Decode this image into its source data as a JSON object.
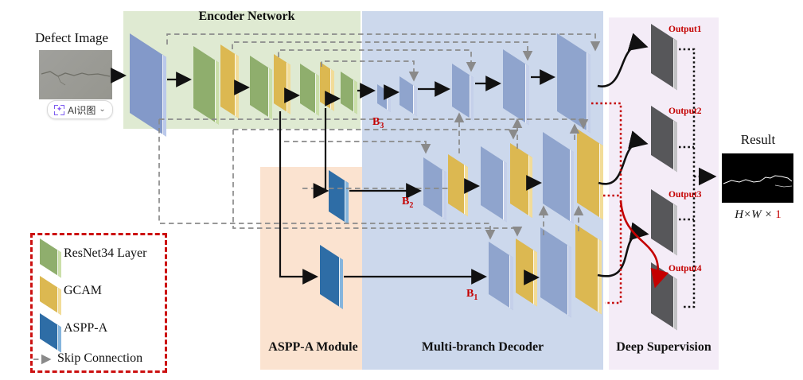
{
  "labels": {
    "defect_image": "Defect Image",
    "result": "Result",
    "dims_prefix": "H×W ×",
    "dims_channel": "1",
    "ai_button": "AI识图"
  },
  "regions": {
    "encoder": {
      "title": "Encoder Network"
    },
    "aspp": {
      "title": "ASPP-A Module"
    },
    "decoder": {
      "title": "Multi-branch Decoder"
    },
    "deep_supervision": {
      "title": "Deep Supervision"
    }
  },
  "branches": [
    {
      "base": "B",
      "sub": "1"
    },
    {
      "base": "B",
      "sub": "2"
    },
    {
      "base": "B",
      "sub": "3"
    }
  ],
  "outputs": [
    "Output1",
    "Output2",
    "Output3",
    "Output4"
  ],
  "legend": {
    "items": [
      {
        "icon": "resnet34-block",
        "label": "ResNet34 Layer"
      },
      {
        "icon": "gcam-block",
        "label": "GCAM"
      },
      {
        "icon": "aspp-a-block",
        "label": "ASPP-A"
      },
      {
        "icon": "skip-connection-arrow",
        "label": "Skip Connection"
      }
    ]
  },
  "colors": {
    "encoder_region": "#dfead2",
    "aspp_region": "#fbe3d0",
    "decoder_region": "#ccd8ec",
    "deep_supervision_region": "#f4ecf7",
    "resnet_green": "#8fae6d",
    "resnet_green_edge": "#cadfa9",
    "gcam_yellow": "#dcb851",
    "gcam_yellow_edge": "#f2dc98",
    "conv_blue": "#8399c9",
    "conv_blue_edge": "#bac8ea",
    "decoder_blue": "#8fa4cd",
    "decoder_blue_edge": "#c5d0ea",
    "aspp_blue": "#2e6da6",
    "aspp_blue_edge": "#85b5dd",
    "output_gray": "#57575a",
    "output_gray_edge": "#c2c2c4",
    "accent_red": "#c40000",
    "skip_line_gray": "#8a8a8a"
  }
}
